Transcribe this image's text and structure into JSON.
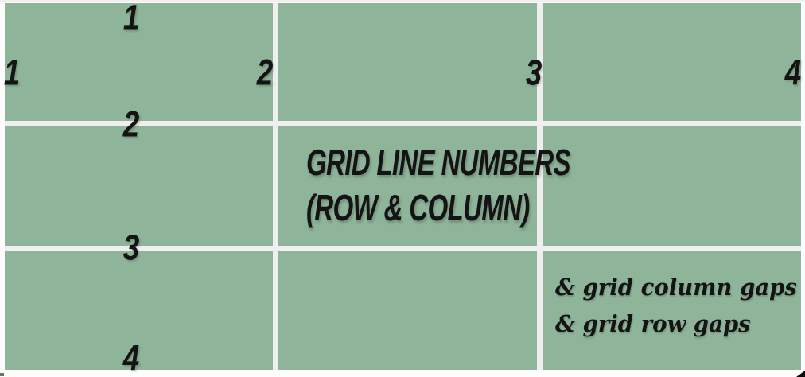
{
  "diagram": {
    "title_line1": "GRID LINE NUMBERS",
    "title_line2": "(ROW & COLUMN)",
    "note_line1": "& grid column gaps",
    "note_line2": "& grid row gaps",
    "column_line_numbers": [
      "1",
      "2",
      "3",
      "4"
    ],
    "row_line_numbers": [
      "1",
      "2",
      "3",
      "4"
    ],
    "grid_structure": {
      "columns": 3,
      "rows": 3,
      "column_lines": 4,
      "row_lines": 4
    },
    "colors": {
      "cell_green": "#8eb49a",
      "gap_line": "#efefef",
      "text": "#141414"
    }
  }
}
